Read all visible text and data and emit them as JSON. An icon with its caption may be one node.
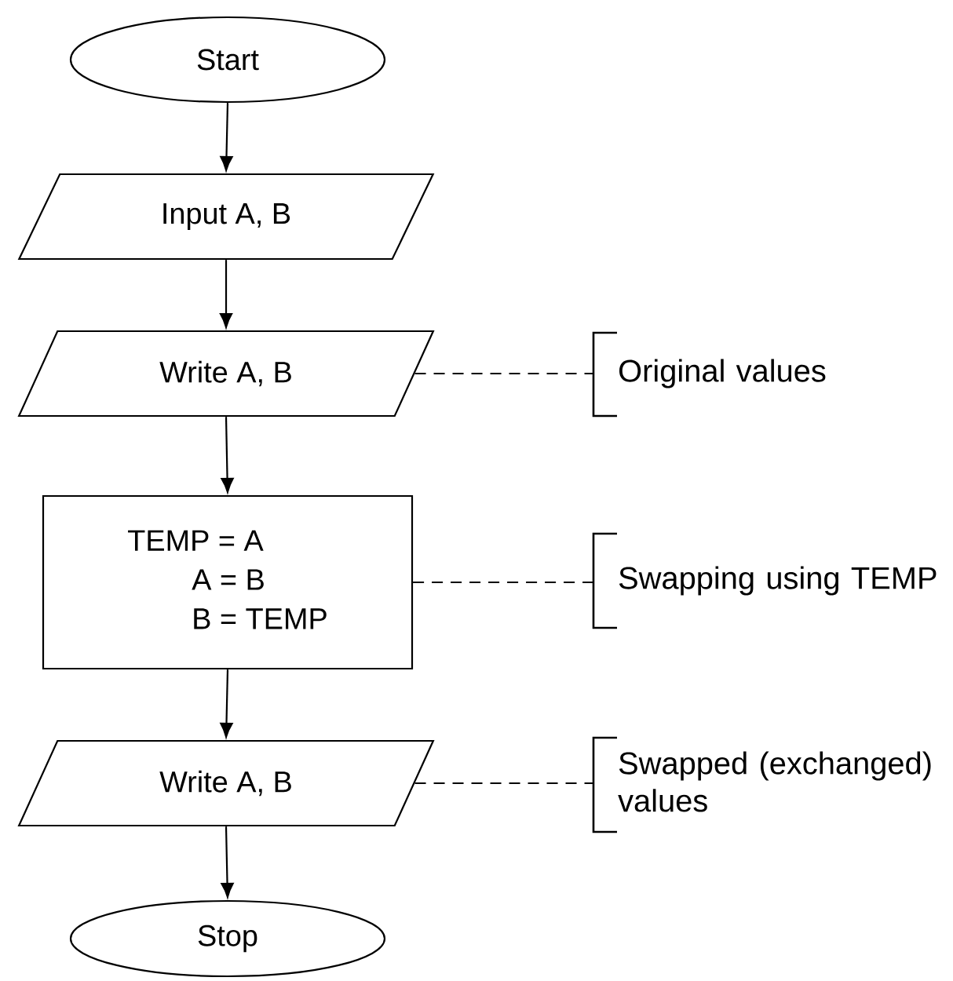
{
  "diagram": {
    "nodes": [
      {
        "text": [
          "Start"
        ]
      },
      {
        "text": [
          "Input A, B"
        ]
      },
      {
        "text": [
          "Write A, B"
        ]
      },
      {
        "text": [
          "TEMP = A",
          "A = B",
          "B = TEMP"
        ]
      },
      {
        "text": [
          "Write A, B"
        ]
      },
      {
        "text": [
          "Stop"
        ]
      },
      {
        "text": [
          "Original values"
        ]
      },
      {
        "text": [
          "Swapping using TEMP"
        ]
      },
      {
        "text": [
          "Swapped (exchanged) values"
        ]
      }
    ],
    "edges": [
      {
        "from": 0,
        "to": 1,
        "arrow": "to"
      },
      {
        "from": 1,
        "to": 2,
        "arrow": "to"
      },
      {
        "from": 2,
        "to": 3,
        "arrow": "to"
      },
      {
        "from": 3,
        "to": 4,
        "arrow": "to"
      },
      {
        "from": 4,
        "to": 5,
        "arrow": "to"
      },
      {
        "from": 2,
        "to": 6,
        "arrow": "none",
        "style": "dashed"
      },
      {
        "from": 3,
        "to": 7,
        "arrow": "none",
        "style": "dashed"
      },
      {
        "from": 4,
        "to": 8,
        "arrow": "none",
        "style": "dashed"
      }
    ]
  }
}
